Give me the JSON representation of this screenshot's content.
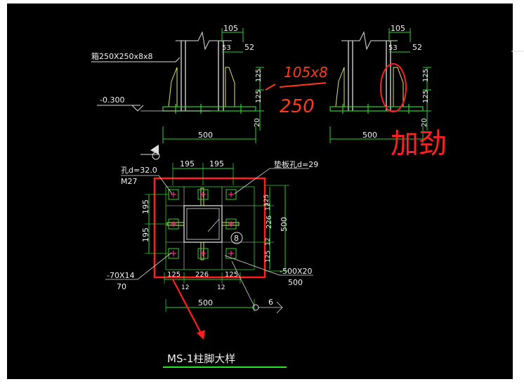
{
  "colors": {
    "background": "#000000",
    "dim": "#2bd22b",
    "steel": "#dedede",
    "plate": "#e5e56a",
    "bolt": "#ff2a8a",
    "highlight": "#ff1f1f",
    "text": "#f2f2f2",
    "title_underline": "#22e622"
  },
  "elevation_left": {
    "dim_top": "105",
    "dim_53": "53",
    "dim_52": "52",
    "column_label": "箱250X250x8x8",
    "level": "-0.300",
    "dim_125_upper": "125",
    "dim_125_lower": "125",
    "dim_20": "20",
    "dim_base": "500"
  },
  "elevation_right": {
    "dim_top": "105",
    "dim_53": "53",
    "dim_52": "52",
    "dim_125_upper": "125",
    "dim_125_lower": "125",
    "dim_20": "20",
    "dim_base": "500"
  },
  "handwriting": {
    "fraction_top": "105x8",
    "fraction_bottom": "250",
    "note": "加劲"
  },
  "plan": {
    "hole_label": "孔d=32.0",
    "bolt_label": "M27",
    "washer_label": "垫板孔d=29",
    "dim_top_1": "195",
    "dim_top_2": "195",
    "dim_left_1": "195",
    "dim_left_2": "195",
    "dim_right_12_top": "12",
    "dim_right_226": "226",
    "dim_right_12_bottom": "12",
    "dim_right_125_top": "125",
    "dim_right_125_bottom": "125",
    "dim_right_500": "500",
    "stiffener_label": "-70X14",
    "stiffener_sub": "70",
    "plate_label": "-500X20",
    "plate_sub": "500",
    "dim_bottom_125_left": "125",
    "dim_bottom_226": "226",
    "dim_bottom_125_right": "125",
    "dim_bottom_12_left": "12",
    "dim_bottom_12_right": "12",
    "dim_bottom_500": "500",
    "weld_mark": "8",
    "weld_ref": "6"
  },
  "title": "MS-1柱脚大样"
}
